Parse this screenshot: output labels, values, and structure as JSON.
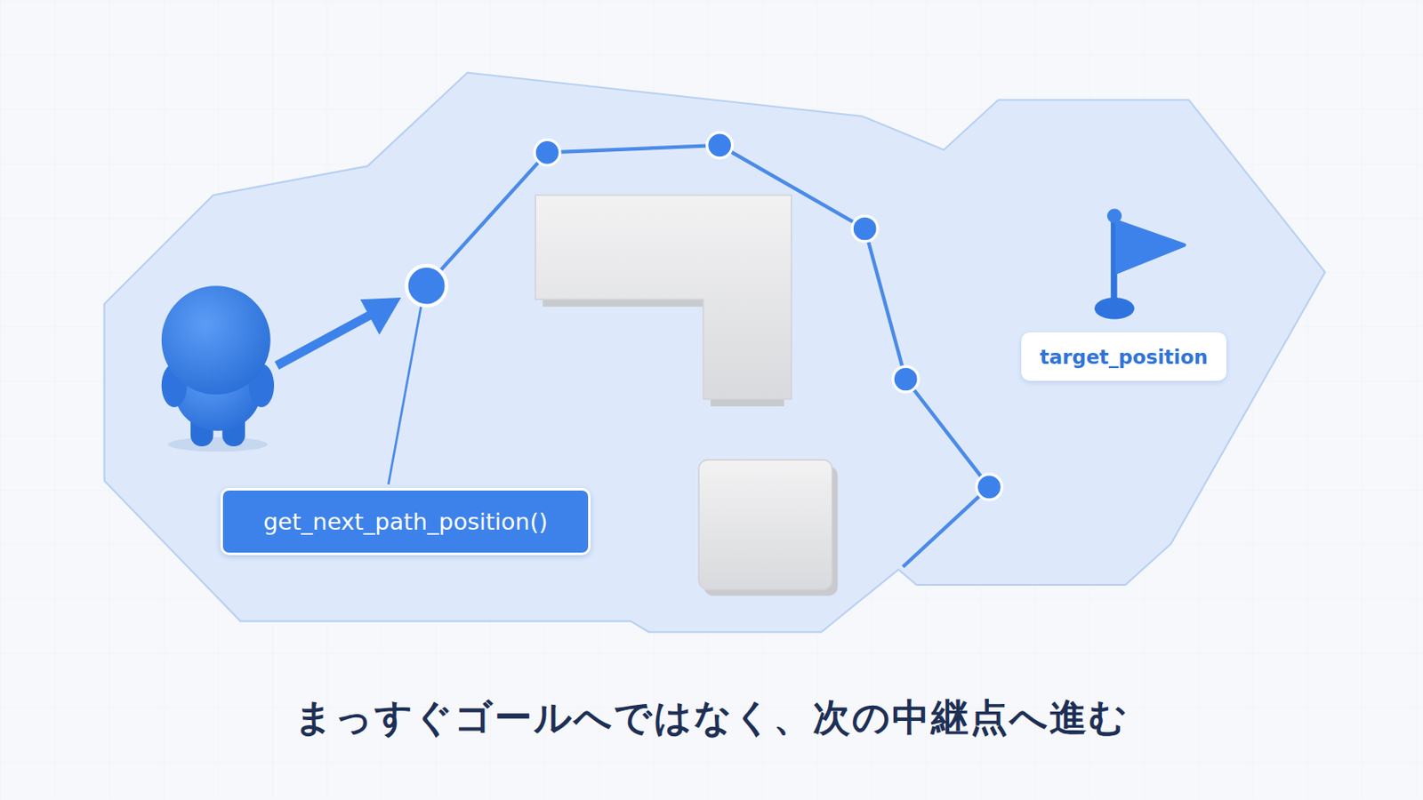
{
  "diagram": {
    "caption": "まっすぐゴールへではなく、次の中継点へ進む",
    "nodes": [
      {
        "text": [
          "get_next_path_position()"
        ]
      },
      {
        "text": [
          "target_position"
        ]
      }
    ]
  }
}
